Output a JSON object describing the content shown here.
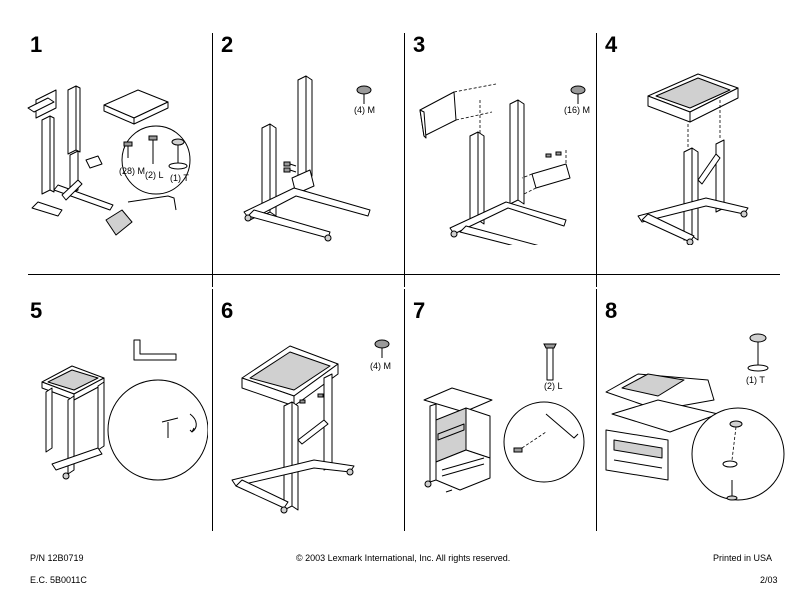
{
  "steps": [
    {
      "number": "1",
      "captions": [
        "(28) M",
        "(2) L",
        "(1) T"
      ]
    },
    {
      "number": "2",
      "captions": [
        "(4) M"
      ]
    },
    {
      "number": "3",
      "captions": [
        "(16) M"
      ]
    },
    {
      "number": "4",
      "captions": []
    },
    {
      "number": "5",
      "captions": []
    },
    {
      "number": "6",
      "captions": [
        "(4) M"
      ]
    },
    {
      "number": "7",
      "captions": [
        "(2) L"
      ]
    },
    {
      "number": "8",
      "captions": [
        "(1) T"
      ]
    }
  ],
  "footer": {
    "part_number": "P/N 12B0719",
    "copyright": "© 2003 Lexmark International, Inc. All rights reserved.",
    "printed": "Printed in USA",
    "ec_number": "E.C. 5B0011C",
    "date": "2/03"
  }
}
